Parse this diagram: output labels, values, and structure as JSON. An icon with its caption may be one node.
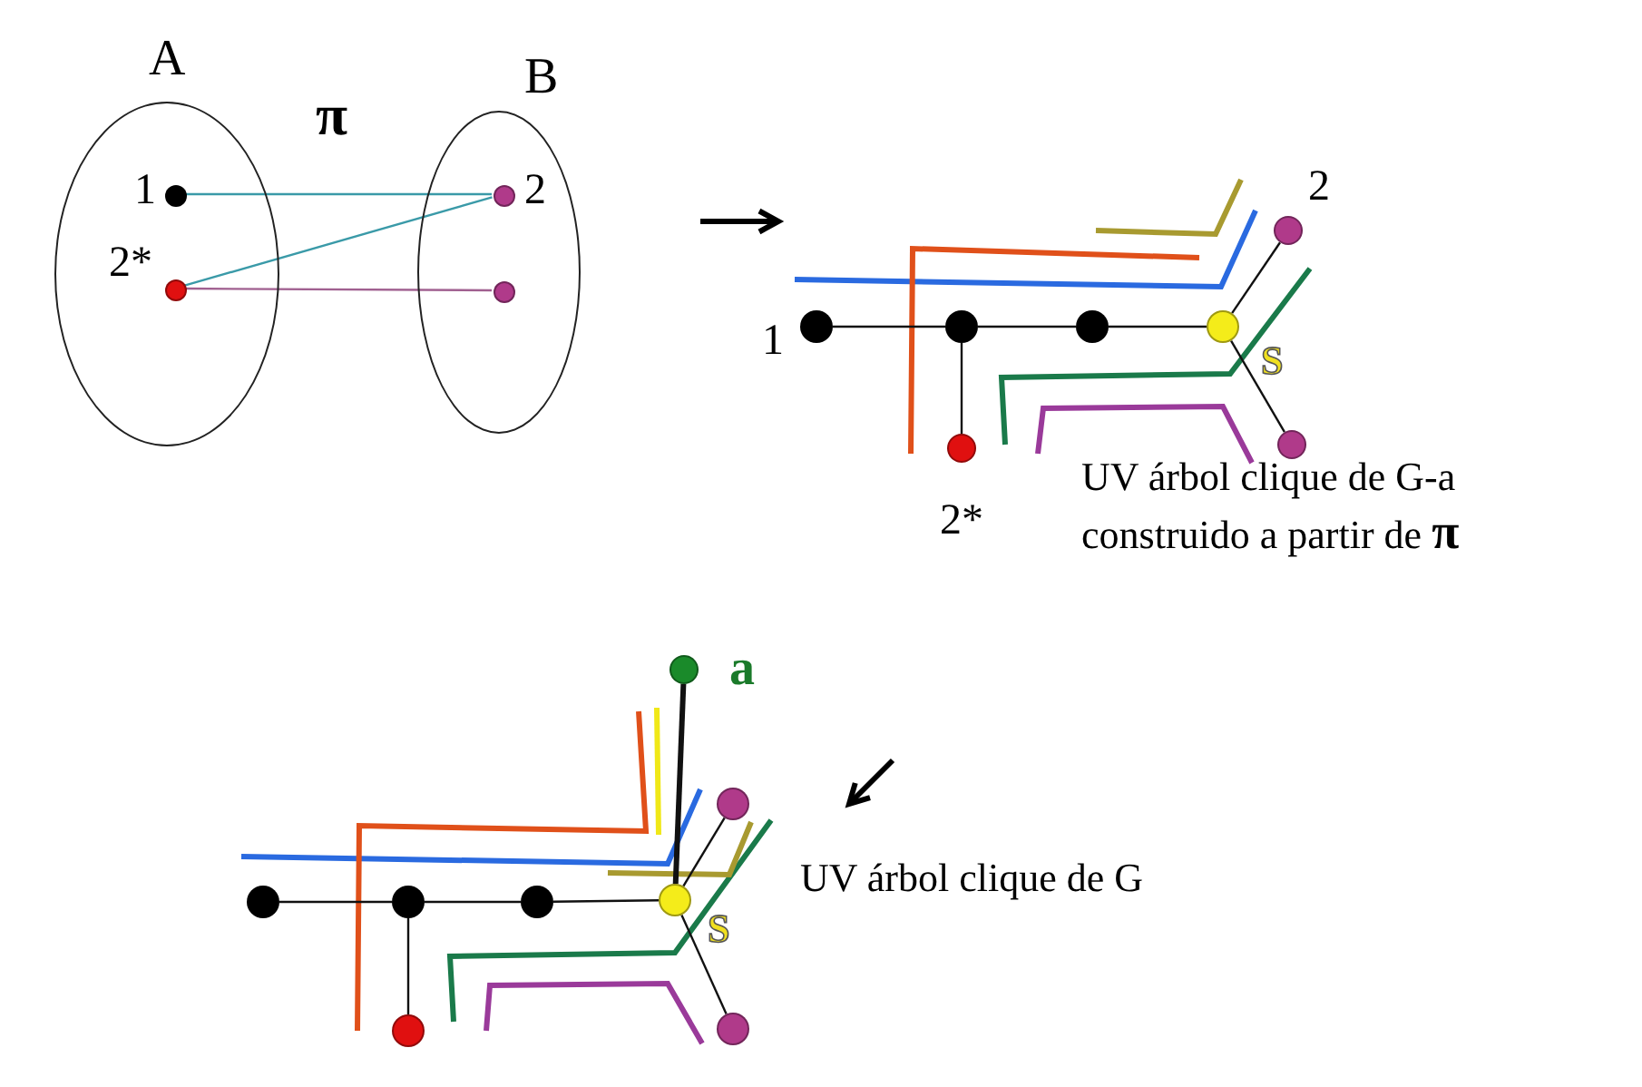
{
  "diagram": {
    "nodes": [
      {
        "text": [
          "A"
        ]
      },
      {
        "text": [
          "B"
        ]
      },
      {
        "text": [],
        "shape": "circle",
        "in": 0,
        "beside": [
          "1"
        ]
      },
      {
        "text": [],
        "shape": "circle",
        "in": 0,
        "beside": [
          "2*"
        ]
      },
      {
        "text": [],
        "shape": "circle",
        "in": 1,
        "beside": [
          "2"
        ]
      },
      {
        "text": [],
        "shape": "circle",
        "in": 1
      },
      {
        "text": [],
        "shape": "circle",
        "beside": [
          "1"
        ]
      },
      {
        "text": [],
        "shape": "circle"
      },
      {
        "text": [],
        "shape": "circle"
      },
      {
        "text": [],
        "shape": "circle",
        "beside": [
          "S"
        ]
      },
      {
        "text": [],
        "shape": "circle",
        "beside": [
          "2"
        ]
      },
      {
        "text": [],
        "shape": "circle"
      },
      {
        "text": [],
        "shape": "circle",
        "beside": [
          "2*"
        ]
      },
      {
        "text": [],
        "shape": "circle"
      },
      {
        "text": [],
        "shape": "circle"
      },
      {
        "text": [],
        "shape": "circle"
      },
      {
        "text": [],
        "shape": "circle",
        "beside": [
          "S"
        ]
      },
      {
        "text": [],
        "shape": "circle"
      },
      {
        "text": [],
        "shape": "circle"
      },
      {
        "text": [],
        "shape": "circle"
      },
      {
        "text": [],
        "shape": "circle",
        "beside": [
          "a"
        ]
      }
    ],
    "edges": [
      {
        "from": 2,
        "to": 4,
        "arrow": "none",
        "color": "#3a9aa8"
      },
      {
        "from": 3,
        "to": 4,
        "arrow": "none",
        "color": "#3a9aa8"
      },
      {
        "from": 3,
        "to": 5,
        "arrow": "none",
        "color": "#a06090"
      },
      {
        "from": 6,
        "to": 7,
        "arrow": "none"
      },
      {
        "from": 7,
        "to": 8,
        "arrow": "none"
      },
      {
        "from": 8,
        "to": 9,
        "arrow": "none"
      },
      {
        "from": 7,
        "to": 12,
        "arrow": "none"
      },
      {
        "from": 9,
        "to": 10,
        "arrow": "none"
      },
      {
        "from": 9,
        "to": 11,
        "arrow": "none"
      },
      {
        "from": 13,
        "to": 14,
        "arrow": "none"
      },
      {
        "from": 14,
        "to": 15,
        "arrow": "none"
      },
      {
        "from": 15,
        "to": 16,
        "arrow": "none"
      },
      {
        "from": 14,
        "to": 19,
        "arrow": "none"
      },
      {
        "from": 16,
        "to": 17,
        "arrow": "none"
      },
      {
        "from": 16,
        "to": 18,
        "arrow": "none"
      },
      {
        "from": 20,
        "to": 16,
        "arrow": "none",
        "style": "thick"
      }
    ],
    "labels": [
      "π",
      "UV árbol clique de G-a construido a partir de **π**",
      "UV árbol clique de G"
    ]
  }
}
